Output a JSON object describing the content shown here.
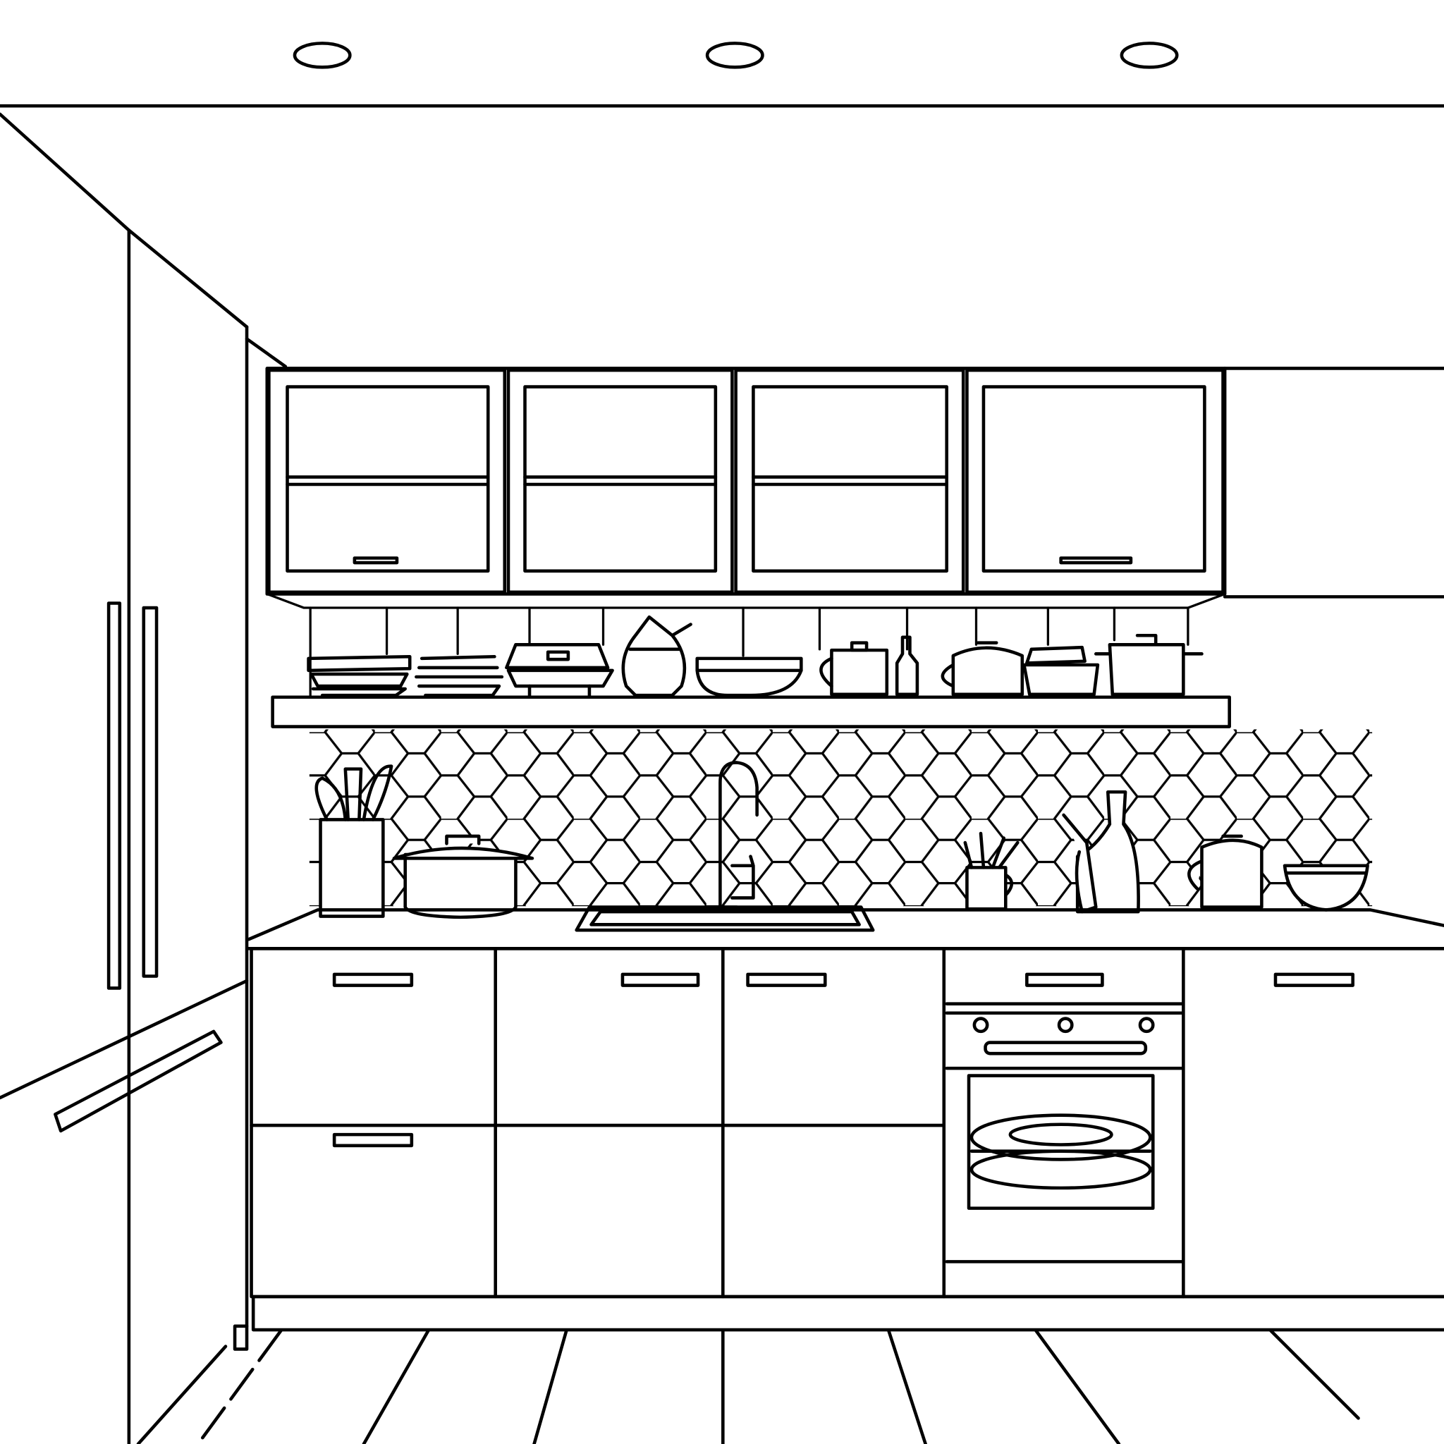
{
  "scene": "kitchen",
  "colors": {
    "line": "#000000",
    "background": "#ffffff"
  },
  "ceiling_lights": 3,
  "upper_cabinet_doors": 4,
  "lower_cabinet_sections": 5
}
